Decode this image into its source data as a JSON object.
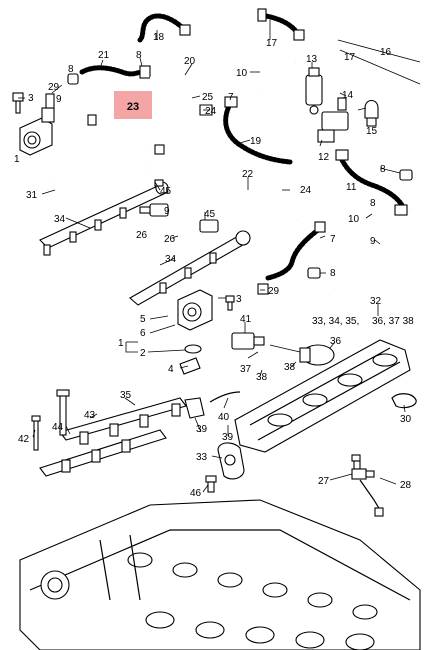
{
  "diagram": {
    "highlight": {
      "label": "23",
      "color": "#f4a5a5"
    },
    "callouts": [
      {
        "id": "c18",
        "text": "18"
      },
      {
        "id": "c17",
        "text": "17"
      },
      {
        "id": "c16",
        "text": "16"
      },
      {
        "id": "c21",
        "text": "21"
      },
      {
        "id": "c8a",
        "text": "8"
      },
      {
        "id": "c20",
        "text": "20"
      },
      {
        "id": "c13",
        "text": "13"
      },
      {
        "id": "c17b",
        "text": "17"
      },
      {
        "id": "c3a",
        "text": "3"
      },
      {
        "id": "c29a",
        "text": "29"
      },
      {
        "id": "c8b",
        "text": "8"
      },
      {
        "id": "c9a",
        "text": "9"
      },
      {
        "id": "c10a",
        "text": "10"
      },
      {
        "id": "c14",
        "text": "14"
      },
      {
        "id": "c25",
        "text": "25"
      },
      {
        "id": "c24a",
        "text": "24"
      },
      {
        "id": "c7a",
        "text": "7"
      },
      {
        "id": "c15",
        "text": "15"
      },
      {
        "id": "c1a",
        "text": "1"
      },
      {
        "id": "c19",
        "text": "19"
      },
      {
        "id": "c12",
        "text": "12"
      },
      {
        "id": "c8c",
        "text": "8"
      },
      {
        "id": "c11",
        "text": "11"
      },
      {
        "id": "c22",
        "text": "22"
      },
      {
        "id": "c24b",
        "text": "24"
      },
      {
        "id": "c31",
        "text": "31"
      },
      {
        "id": "c45a",
        "text": "45"
      },
      {
        "id": "c8d",
        "text": "8"
      },
      {
        "id": "c9b",
        "text": "9"
      },
      {
        "id": "c34a",
        "text": "34"
      },
      {
        "id": "c10b",
        "text": "10"
      },
      {
        "id": "c45b",
        "text": "45"
      },
      {
        "id": "c26a",
        "text": "26"
      },
      {
        "id": "c26b",
        "text": "26"
      },
      {
        "id": "c7b",
        "text": "7"
      },
      {
        "id": "c9c",
        "text": "9"
      },
      {
        "id": "c34b",
        "text": "34"
      },
      {
        "id": "c8e",
        "text": "8"
      },
      {
        "id": "c29b",
        "text": "29"
      },
      {
        "id": "c32",
        "text": "32"
      },
      {
        "id": "c3b",
        "text": "3"
      },
      {
        "id": "c5",
        "text": "5"
      },
      {
        "id": "c33",
        "text": "33, 34, 35,"
      },
      {
        "id": "c36",
        "text": "36, 37 38"
      },
      {
        "id": "c6",
        "text": "6"
      },
      {
        "id": "c41",
        "text": "41"
      },
      {
        "id": "c1b",
        "text": "1"
      },
      {
        "id": "c2",
        "text": "2"
      },
      {
        "id": "c36b",
        "text": "36"
      },
      {
        "id": "c37",
        "text": "37"
      },
      {
        "id": "c38a",
        "text": "38"
      },
      {
        "id": "c4",
        "text": "4"
      },
      {
        "id": "c38b",
        "text": "38"
      },
      {
        "id": "c35",
        "text": "35"
      },
      {
        "id": "c40",
        "text": "40"
      },
      {
        "id": "c30",
        "text": "30"
      },
      {
        "id": "c43",
        "text": "43"
      },
      {
        "id": "c39a",
        "text": "39"
      },
      {
        "id": "c42",
        "text": "42"
      },
      {
        "id": "c44",
        "text": "44"
      },
      {
        "id": "c39b",
        "text": "39"
      },
      {
        "id": "c33b",
        "text": "33"
      },
      {
        "id": "c27",
        "text": "27"
      },
      {
        "id": "c28",
        "text": "28"
      },
      {
        "id": "c46",
        "text": "46"
      }
    ]
  }
}
